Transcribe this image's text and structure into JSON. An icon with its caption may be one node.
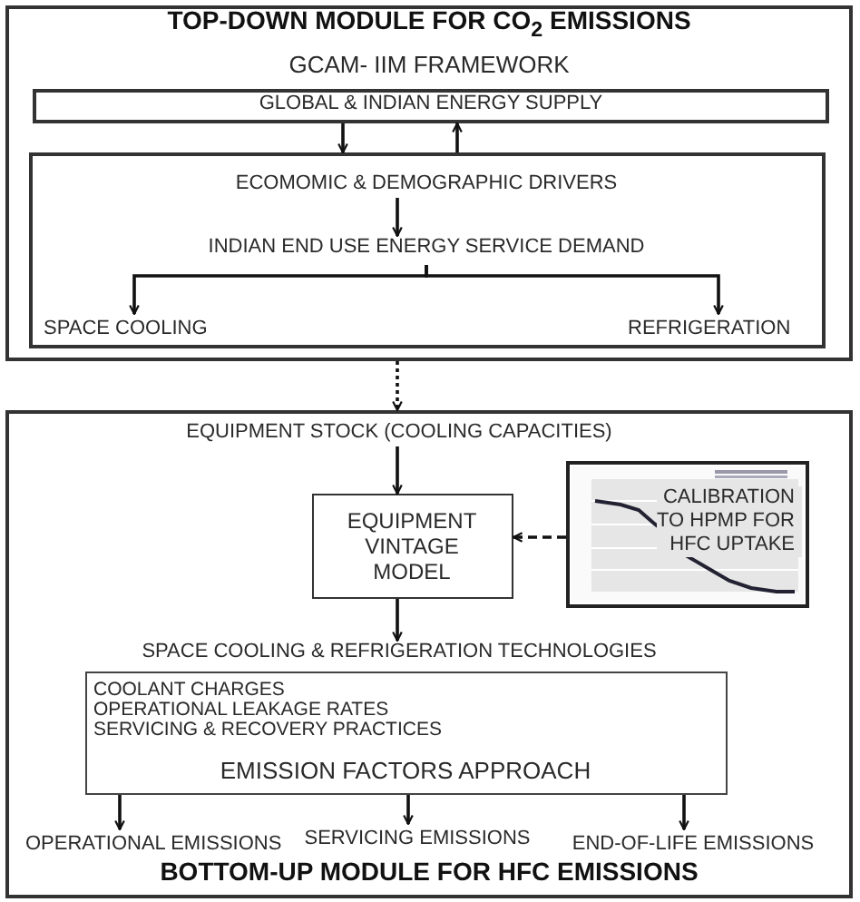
{
  "diagram": {
    "nodes": [
      {
        "text": [
          "TOP-DOWN MODULE FOR CO$_{2}$ EMISSIONS",
          "GCAM- IIM FRAMEWORK"
        ]
      },
      {
        "text": [
          "GLOBAL & INDIAN ENERGY SUPPLY"
        ],
        "in": 0
      },
      {
        "text": [],
        "shape": "box",
        "in": 0
      },
      {
        "text": [
          "ECOMOMIC & DEMOGRAPHIC DRIVERS"
        ],
        "in": 2
      },
      {
        "text": [
          "INDIAN END USE ENERGY SERVICE DEMAND"
        ],
        "in": 2
      },
      {
        "text": [
          "SPACE COOLING"
        ],
        "in": 2
      },
      {
        "text": [
          "REFRIGERATION"
        ],
        "in": 2
      },
      {
        "text": [
          "BOTTOM-UP MODULE FOR HFC EMISSIONS"
        ]
      },
      {
        "text": [
          "EQUIPMENT STOCK (COOLING CAPACITIES)"
        ],
        "in": 7
      },
      {
        "text": [
          "EQUIPMENT VINTAGE MODEL"
        ],
        "in": 7
      },
      {
        "text": [
          "CALIBRATION TO HPMP FOR HFC UPTAKE"
        ],
        "in": 7
      },
      {
        "text": [
          "SPACE COOLING & REFRIGERATION TECHNOLOGIES"
        ],
        "in": 7
      },
      {
        "text": [
          "COOLANT CHARGES",
          "OPERATIONAL LEAKAGE RATES",
          "SERVICING & RECOVERY PRACTICES",
          "EMISSION FACTORS APPROACH"
        ],
        "in": 7
      },
      {
        "text": [
          "OPERATIONAL EMISSIONS"
        ],
        "in": 7
      },
      {
        "text": [
          "SERVICING EMISSIONS"
        ],
        "in": 7
      },
      {
        "text": [
          "END-OF-LIFE EMISSIONS"
        ],
        "in": 7
      }
    ],
    "edges": [
      {
        "from": 1,
        "to": 2,
        "arrow": "to"
      },
      {
        "from": 2,
        "to": 1,
        "arrow": "to"
      },
      {
        "from": 3,
        "to": 4,
        "arrow": "to"
      },
      {
        "from": 4,
        "to": 5,
        "arrow": "to"
      },
      {
        "from": 4,
        "to": 6,
        "arrow": "to"
      },
      {
        "from": 0,
        "to": 7,
        "arrow": "to",
        "style": "dashed"
      },
      {
        "from": 8,
        "to": 9,
        "arrow": "to"
      },
      {
        "from": 10,
        "to": 9,
        "arrow": "to",
        "style": "dashed"
      },
      {
        "from": 9,
        "to": 11,
        "arrow": "to"
      },
      {
        "from": 12,
        "to": 13,
        "arrow": "to"
      },
      {
        "from": 12,
        "to": 14,
        "arrow": "to"
      },
      {
        "from": 12,
        "to": 15,
        "arrow": "to"
      }
    ]
  }
}
